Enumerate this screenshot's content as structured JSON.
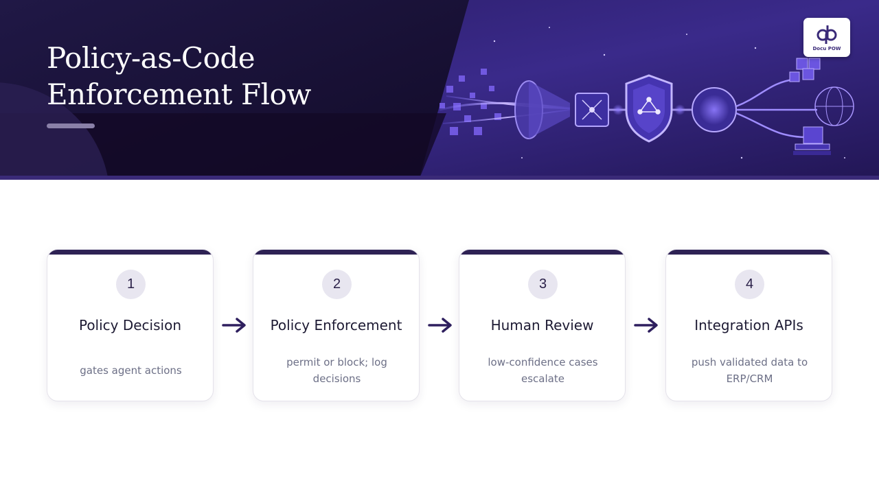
{
  "header": {
    "title_line1": "Policy-as-Code",
    "title_line2": "Enforcement Flow",
    "logo_text": "Docu POW",
    "logo_mark": "dp"
  },
  "steps": [
    {
      "number": "1",
      "title": "Policy Decision",
      "description": "gates agent actions"
    },
    {
      "number": "2",
      "title": "Policy Enforcement",
      "description": "permit or block; log decisions"
    },
    {
      "number": "3",
      "title": "Human Review",
      "description": "low-confidence cases escalate"
    },
    {
      "number": "4",
      "title": "Integration APIs",
      "description": "push validated data to ERP/CRM"
    }
  ],
  "connectors": [
    "arrow-right-icon",
    "arrow-right-icon",
    "arrow-right-icon"
  ],
  "colors": {
    "banner_bg": "#1a1236",
    "accent_purple": "#3a2a78",
    "card_top_bar": "#2e2254",
    "step_circle_bg": "#e8e6f0",
    "arrow": "#2e1f5e"
  }
}
